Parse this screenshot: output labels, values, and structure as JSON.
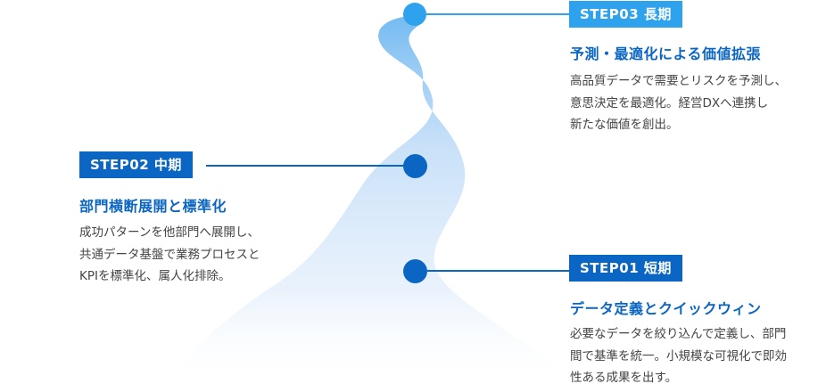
{
  "steps": [
    {
      "badge": "STEP03 長期",
      "heading": "予測・最適化による価値拡張",
      "desc": "高品質データで需要とリスクを予測し、\n意思決定を最適化。経営DXへ連携し\n新たな価値を創出。",
      "color": "#2ea2ec"
    },
    {
      "badge": "STEP02 中期",
      "heading": "部門横断展開と標準化",
      "desc": "成功パターンを他部門へ展開し、\n共通データ基盤で業務プロセスと\nKPIを標準化、属人化排除。",
      "color": "#0b66c3"
    },
    {
      "badge": "STEP01 短期",
      "heading": "データ定義とクイックウィン",
      "desc": "必要なデータを絞り込んで定義し、部門\n間で基準を統一。小規模な可視化で即効\n性ある成果を出す。",
      "color": "#0b66c3"
    }
  ]
}
